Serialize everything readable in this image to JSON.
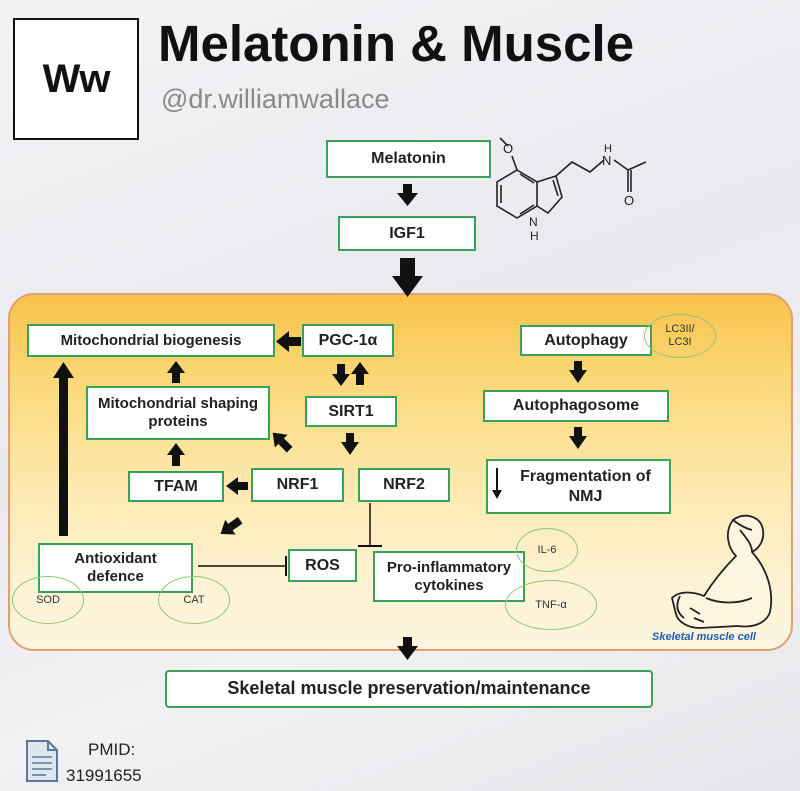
{
  "header": {
    "logo": "Ww",
    "title": "Melatonin & Muscle",
    "handle": "@dr.williamwallace"
  },
  "nodes": {
    "melatonin": "Melatonin",
    "igf1": "IGF1",
    "mito_biogenesis": "Mitochondrial biogenesis",
    "pgc1a": "PGC-1α",
    "sirt1": "SIRT1",
    "mito_shaping": "Mitochondrial shaping proteins",
    "tfam": "TFAM",
    "nrf1": "NRF1",
    "nrf2": "NRF2",
    "antioxidant": "Antioxidant defence",
    "ros": "ROS",
    "proinflammatory": "Pro-inflammatory cytokines",
    "autophagy": "Autophagy",
    "autophagosome": "Autophagosome",
    "fragmentation": "Fragmentation of NMJ",
    "outcome": "Skeletal muscle preservation/maintenance"
  },
  "ovals": {
    "lc3": "LC3II/ LC3I",
    "il6": "IL-6",
    "tnfa": "TNF-α",
    "sod": "SOD",
    "cat": "CAT"
  },
  "labels": {
    "cell": "Skeletal muscle cell"
  },
  "molecule_atoms": {
    "oxygen_methoxy": "O",
    "nitrogen_amide": "N",
    "hydrogen_amide": "H",
    "oxygen_carbonyl": "O",
    "nitrogen_indole": "N",
    "hydrogen_indole": "H"
  },
  "reference": {
    "pmid_label": "PMID:",
    "pmid_value": "31991655"
  },
  "colors": {
    "box_border": "#3aa15a",
    "arrow": "#111111",
    "cell_gradient_top": "#f9c24a",
    "cell_gradient_bottom": "#fdf5e0",
    "cell_label": "#1a5fb4"
  }
}
